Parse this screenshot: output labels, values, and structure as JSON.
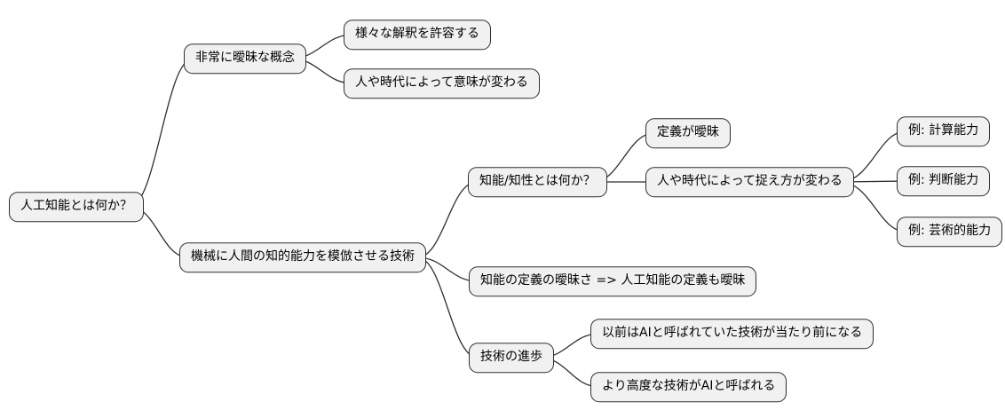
{
  "diagram": {
    "type": "mindmap",
    "background": "#ffffff",
    "node_fill": "#f1f1f1",
    "node_border": "#2f2f2f",
    "edge_color": "#2f2f2f",
    "text_color": "#000000",
    "root": {
      "label": "人工知能とは何か？",
      "children": [
        {
          "label": "非常に曖昧な概念",
          "children": [
            {
              "label": "様々な解釈を許容する"
            },
            {
              "label": "人や時代によって意味が変わる"
            }
          ]
        },
        {
          "label": "機械に人間の知的能力を模倣させる技術",
          "children": [
            {
              "label": "知能/知性とは何か？",
              "children": [
                {
                  "label": "定義が曖昧"
                },
                {
                  "label": "人や時代によって捉え方が変わる",
                  "children": [
                    {
                      "label": "例: 計算能力"
                    },
                    {
                      "label": "例: 判断能力"
                    },
                    {
                      "label": "例: 芸術的能力"
                    }
                  ]
                }
              ]
            },
            {
              "label": "知能の定義の曖昧さ => 人工知能の定義も曖昧"
            },
            {
              "label": "技術の進歩",
              "children": [
                {
                  "label": "以前はAIと呼ばれていた技術が当たり前になる"
                },
                {
                  "label": "より高度な技術がAIと呼ばれる"
                }
              ]
            }
          ]
        }
      ]
    }
  }
}
